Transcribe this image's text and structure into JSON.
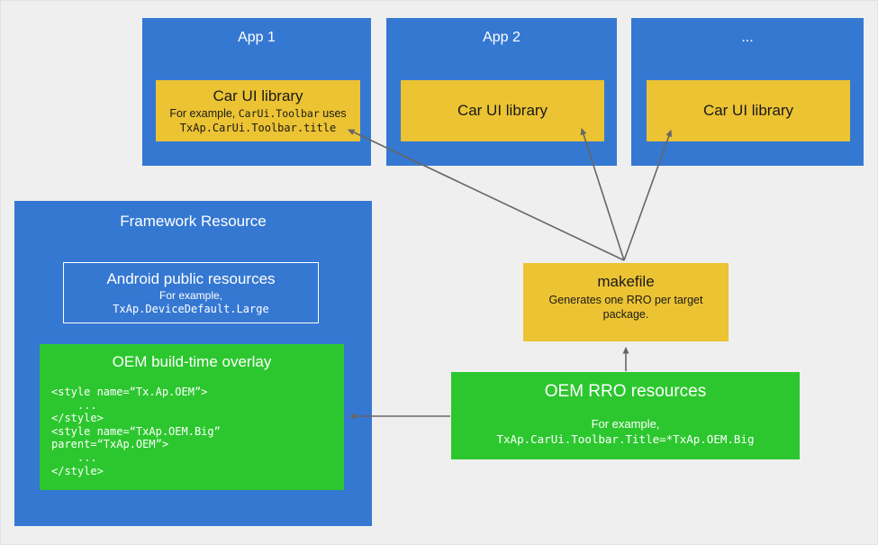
{
  "diagram": {
    "apps": [
      {
        "title": "App 1",
        "library": {
          "title": "Car UI library",
          "example_prefix": "For example, ",
          "example_code": "CarUi.Toolbar",
          "example_suffix": " uses",
          "example_code_line2": "TxAp.CarUi.Toolbar.title"
        }
      },
      {
        "title": "App 2",
        "library": {
          "title": "Car UI library"
        }
      },
      {
        "title": "...",
        "library": {
          "title": "Car UI library"
        }
      }
    ],
    "framework": {
      "title": "Framework Resource",
      "public_resources": {
        "title": "Android public resources",
        "example_label": "For example,",
        "example_code": "TxAp.DeviceDefault.Large"
      },
      "overlay": {
        "title": "OEM build-time overlay",
        "code_lines": [
          "<style name=“Tx.Ap.OEM”>",
          "    ...",
          "</style>",
          "<style name=“TxAp.OEM.Big”",
          "parent=“TxAp.OEM”>",
          "    ...",
          "</style>"
        ]
      }
    },
    "makefile": {
      "title": "makefile",
      "subtitle": "Generates one RRO per target package."
    },
    "oem_rro": {
      "title": "OEM RRO resources",
      "example_label": "For example,",
      "example_code": "TxAp.CarUi.Toolbar.Title=*TxAp.OEM.Big"
    },
    "colors": {
      "background": "#efefef",
      "blue": "#3578d2",
      "yellow": "#ecc332",
      "green": "#2cc72e",
      "arrow": "#666666"
    }
  }
}
